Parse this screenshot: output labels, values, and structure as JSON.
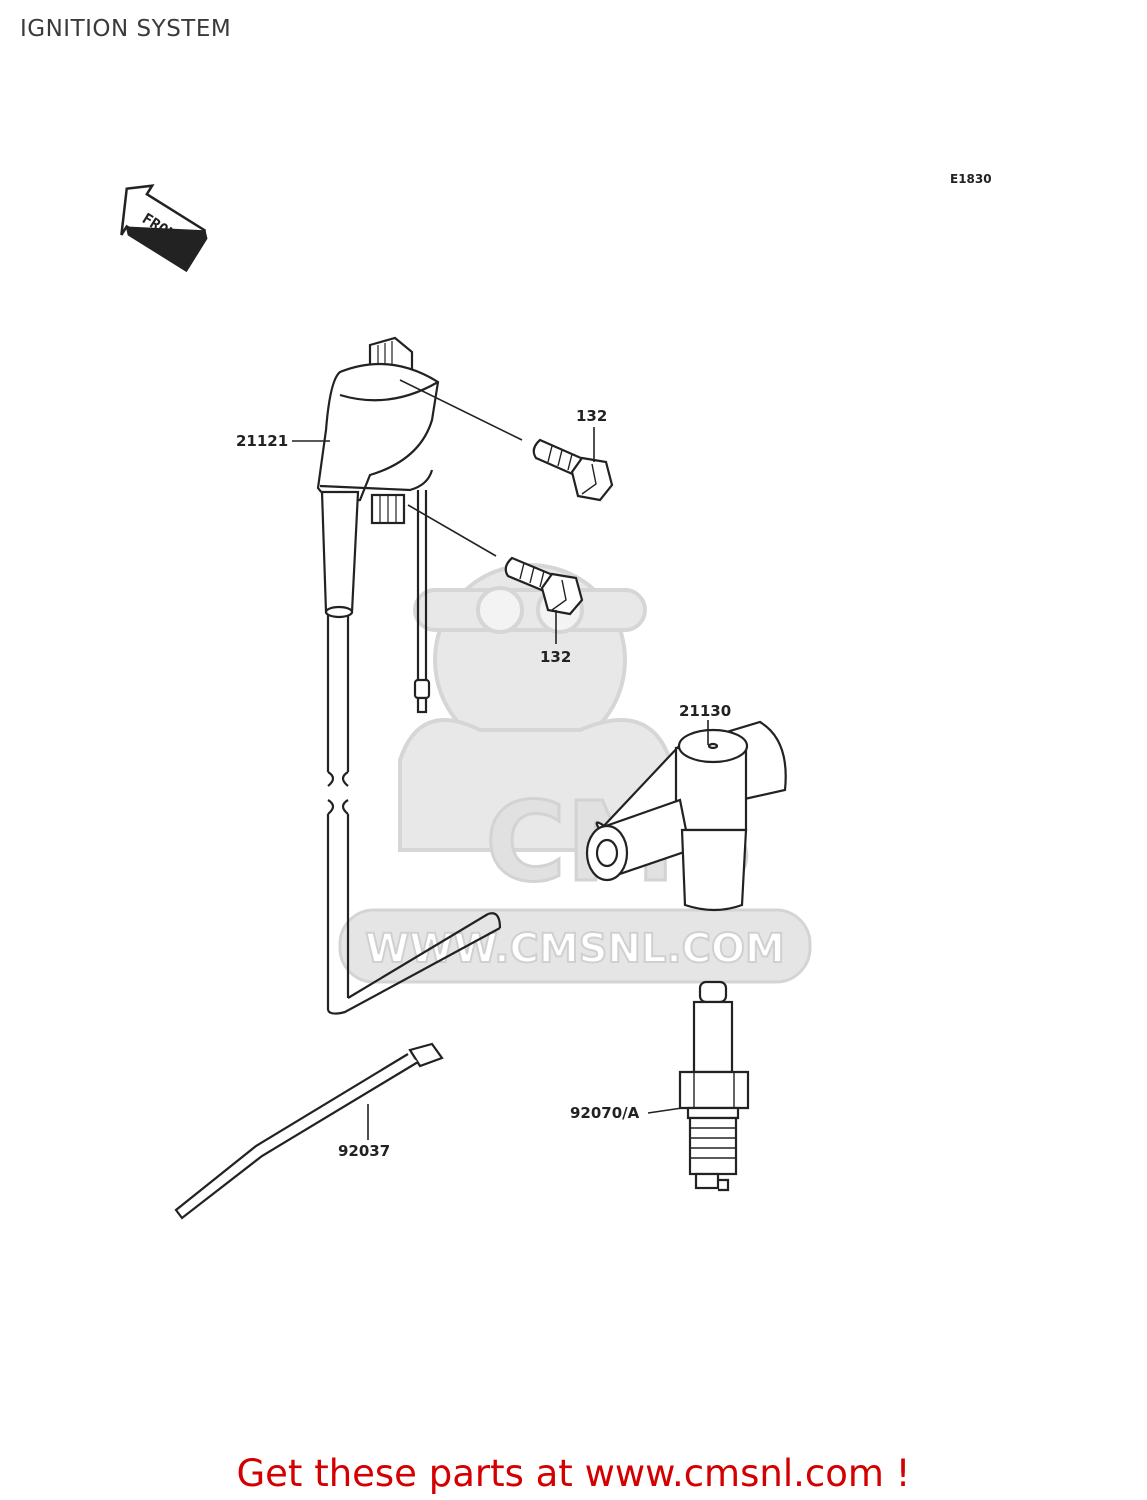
{
  "page": {
    "title": "IGNITION SYSTEM",
    "diagram_code": "E1830",
    "footer_text": "Get these parts at www.cmsnl.com !"
  },
  "watermark": {
    "logo_text": "CMS",
    "url_text": "WWW.CMSNL.COM"
  },
  "direction_badge": "FRONT",
  "parts": [
    {
      "number": "21121"
    },
    {
      "number": "132"
    },
    {
      "number": "132"
    },
    {
      "number": "21130"
    },
    {
      "number": "92070/A"
    },
    {
      "number": "92037"
    }
  ],
  "colors": {
    "footer_red": "#d40000",
    "line": "#222222",
    "watermark_grey": "#dcdcdc"
  }
}
